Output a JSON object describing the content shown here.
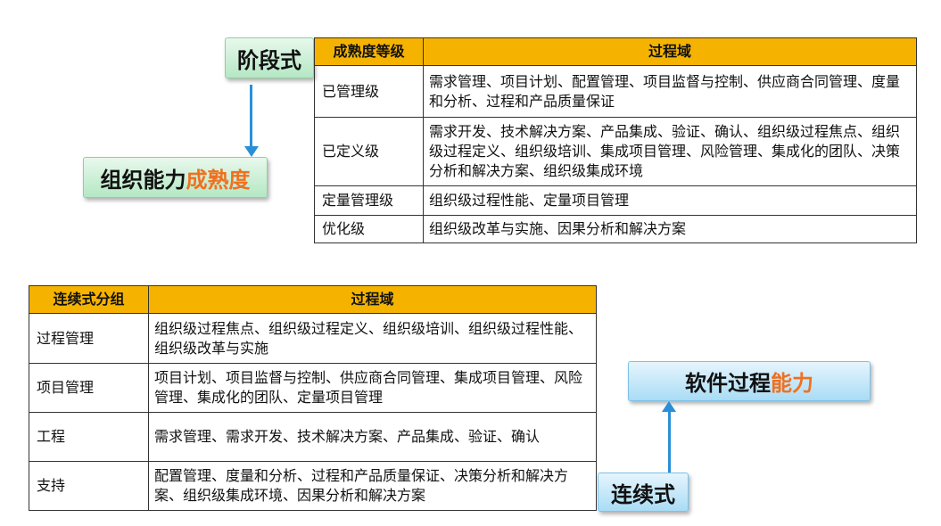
{
  "staged": {
    "label": "阶段式",
    "result_prefix": "组织能力",
    "result_highlight": "成熟度",
    "header": [
      "成熟度等级",
      "过程域"
    ],
    "rows": [
      {
        "level": "已管理级",
        "areas": "需求管理、项目计划、配置管理、项目监督与控制、供应商合同管理、度量和分析、过程和产品质量保证"
      },
      {
        "level": "已定义级",
        "areas": "需求开发、技术解决方案、产品集成、验证、确认、组织级过程焦点、组织级过程定义、组织级培训、集成项目管理、风险管理、集成化的团队、决策分析和解决方案、组织级集成环境"
      },
      {
        "level": "定量管理级",
        "areas": "组织级过程性能、定量项目管理"
      },
      {
        "level": "优化级",
        "areas": "组织级改革与实施、因果分析和解决方案"
      }
    ]
  },
  "continuous": {
    "label": "连续式",
    "result_prefix": "软件过程",
    "result_highlight": "能力",
    "header": [
      "连续式分组",
      "过程域"
    ],
    "rows": [
      {
        "group": "过程管理",
        "areas": "组织级过程焦点、组织级过程定义、组织级培训、组织级过程性能、组织级改革与实施"
      },
      {
        "group": "项目管理",
        "areas": "项目计划、项目监督与控制、供应商合同管理、集成项目管理、风险管理、集成化的团队、定量项目管理"
      },
      {
        "group": "工程",
        "areas": "需求管理、需求开发、技术解决方案、产品集成、验证、确认"
      },
      {
        "group": "支持",
        "areas": "配置管理、度量和分析、过程和产品质量保证、决策分析和解决方案、组织级集成环境、因果分析和解决方案"
      }
    ]
  }
}
